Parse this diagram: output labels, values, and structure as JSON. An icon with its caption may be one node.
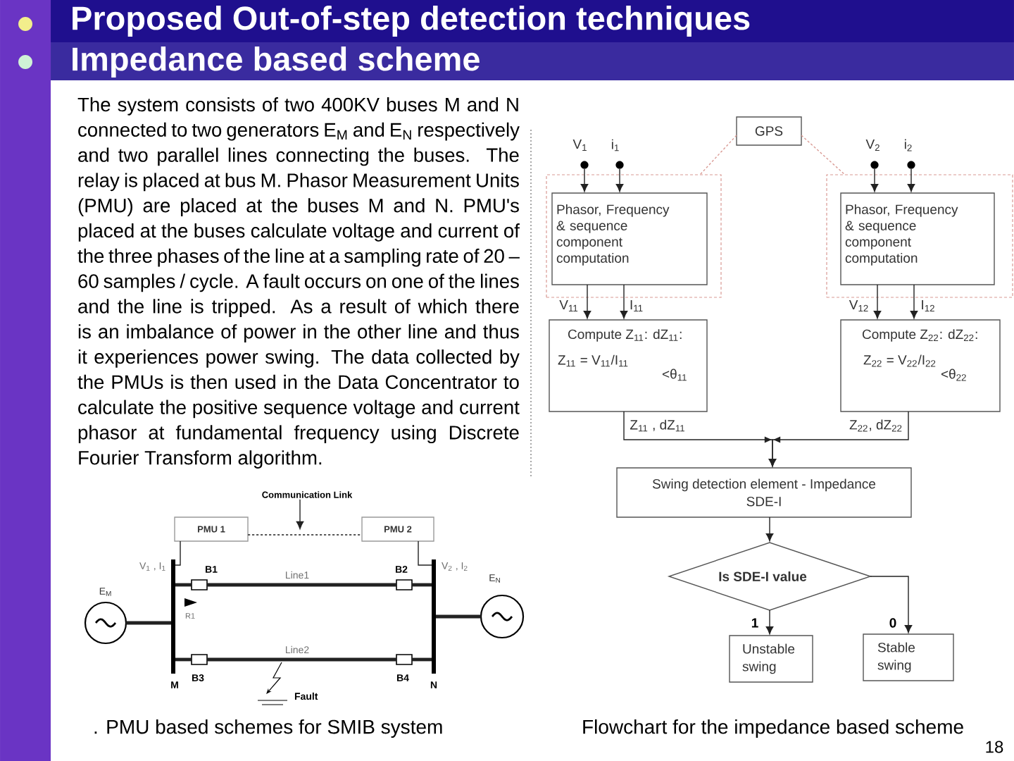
{
  "diagram": {
    "title": "Proposed Out-of-step detection techniques",
    "nodes": [
      {
        "text": [
          "GPS"
        ]
      },
      {
        "text": [],
        "shape": "circle",
        "beside": [
          "V$_{1}$"
        ]
      },
      {
        "text": [],
        "shape": "circle",
        "beside": [
          "i$_{1}$"
        ]
      },
      {
        "text": [],
        "shape": "circle",
        "beside": [
          "V$_{2}$"
        ]
      },
      {
        "text": [],
        "shape": "circle",
        "beside": [
          "i$_{2}$"
        ]
      },
      {
        "text": [],
        "shape": "box"
      },
      {
        "text": [
          "Phasor, Frequency & sequence component computation"
        ],
        "in": 5
      },
      {
        "text": [],
        "shape": "box"
      },
      {
        "text": [
          "Phasor, Frequency & sequence component computation"
        ],
        "in": 7
      },
      {
        "text": [
          "Compute Z$_{11}$: dZ$_{11}$:",
          "Z$_{11}$ = V$_{11}$/I$_{11}$",
          "<θ$_{11}$"
        ]
      },
      {
        "text": [
          "Compute Z$_{22}$: dZ$_{22}$:",
          "Z$_{22}$ = V$_{22}$/I$_{22}$",
          "<θ$_{22}$"
        ]
      },
      {
        "text": [
          "Swing detection element - Impedance SDE-I"
        ]
      },
      {
        "text": [
          "Is SDE-I value"
        ]
      },
      {
        "text": [
          "Unstable swing"
        ]
      },
      {
        "text": [
          "Stable swing"
        ]
      },
      {
        "text": [
          "PMU 1"
        ]
      },
      {
        "text": [
          "PMU 2"
        ]
      },
      {
        "text": [
          "Communication Link"
        ]
      },
      {
        "text": [],
        "shape": "circle",
        "beside": [
          "E$_{M}$"
        ]
      },
      {
        "text": [],
        "shape": "bar",
        "beside": [
          "M"
        ]
      },
      {
        "text": [],
        "shape": "box",
        "beside": [
          "B1"
        ]
      },
      {
        "text": [],
        "shape": "box",
        "beside": [
          "B2"
        ]
      },
      {
        "text": [],
        "shape": "box",
        "beside": [
          "B3"
        ]
      },
      {
        "text": [],
        "shape": "box",
        "beside": [
          "B4"
        ]
      },
      {
        "text": [],
        "shape": "bar",
        "beside": [
          "N"
        ]
      },
      {
        "text": [],
        "shape": "circle",
        "beside": [
          "E$_{N}$"
        ]
      }
    ],
    "edges": [
      {
        "from": 1,
        "to": 6,
        "arrow": "to"
      },
      {
        "from": 2,
        "to": 6,
        "arrow": "to"
      },
      {
        "from": 3,
        "to": 8,
        "arrow": "to"
      },
      {
        "from": 4,
        "to": 8,
        "arrow": "to"
      },
      {
        "from": 0,
        "to": 5,
        "arrow": "none",
        "style": "dashed",
        "color": "#d99a94"
      },
      {
        "from": 0,
        "to": 7,
        "arrow": "none",
        "style": "dashed",
        "color": "#d99a94"
      },
      {
        "from": 6,
        "to": 9,
        "arrow": "to",
        "label": "V$_{11}$"
      },
      {
        "from": 6,
        "to": 9,
        "arrow": "to",
        "label": "I$_{11}$"
      },
      {
        "from": 8,
        "to": 10,
        "arrow": "to",
        "label": "V$_{12}$"
      },
      {
        "from": 8,
        "to": 10,
        "arrow": "to",
        "label": "I$_{12}$"
      },
      {
        "from": 9,
        "to": 11,
        "arrow": "to",
        "label": "Z$_{11}$ , dZ$_{11}$"
      },
      {
        "from": 10,
        "to": 11,
        "arrow": "to",
        "label": "Z$_{22}$, dZ$_{22}$"
      },
      {
        "from": 11,
        "to": 12,
        "arrow": "to"
      },
      {
        "from": 12,
        "to": 13,
        "arrow": "to",
        "label": "1"
      },
      {
        "from": 12,
        "to": 14,
        "arrow": "to",
        "label": "0"
      },
      {
        "from": 15,
        "to": 16,
        "arrow": "none",
        "style": "dashed"
      },
      {
        "from": 17,
        "to": null,
        "arrow": "to"
      },
      {
        "from": 15,
        "to": 19,
        "arrow": "none",
        "label": "V$_{1}$ , I$_{1}$"
      },
      {
        "from": 16,
        "to": 24,
        "arrow": "none",
        "label": "V$_{2}$ , I$_{2}$"
      },
      {
        "from": 18,
        "to": 19,
        "arrow": "none",
        "style": "thick"
      },
      {
        "from": 19,
        "to": 20,
        "arrow": "none",
        "style": "thick"
      },
      {
        "from": 20,
        "to": 21,
        "arrow": "none",
        "style": "thick",
        "label": "Line1"
      },
      {
        "from": 21,
        "to": 24,
        "arrow": "none",
        "style": "thick"
      },
      {
        "from": 19,
        "to": 22,
        "arrow": "none",
        "style": "thick"
      },
      {
        "from": 22,
        "to": 23,
        "arrow": "none",
        "style": "thick",
        "label": "Line2"
      },
      {
        "from": 23,
        "to": 24,
        "arrow": "none",
        "style": "thick"
      },
      {
        "from": 24,
        "to": 25,
        "arrow": "none",
        "style": "thick"
      }
    ],
    "labels": [
      "Impedance based scheme",
      "The system consists of two 400KV buses M and N connected to two generators E$_{M}$ and E$_{N}$ respectively and two parallel lines connecting the buses. The relay is placed at bus M. Phasor Measurement Units (PMU) are placed at the buses M and N. PMU's placed at the buses calculate voltage and current of the three phases of the line at a sampling rate of 20 – 60 samples / cycle. A fault occurs on one of the lines and the line is tripped. As a result of which there is an imbalance of power in the other line and thus it experiences power swing. The data collected by the PMUs is then used in the Data Concentrator to calculate the positive sequence voltage and current phasor at fundamental frequency using Discrete Fourier Transform algorithm.",
      "R1",
      "Fault",
      ". PMU based schemes for SMIB system",
      "Flowchart for the impedance based scheme",
      "18"
    ]
  }
}
